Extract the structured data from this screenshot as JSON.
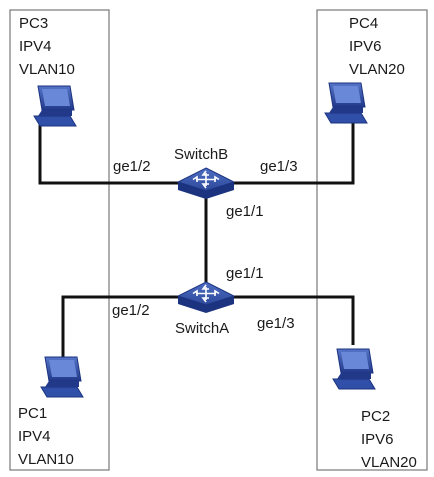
{
  "pcs": {
    "pc3": {
      "name": "PC3",
      "ip": "IPV4",
      "vlan": "VLAN10"
    },
    "pc4": {
      "name": "PC4",
      "ip": "IPV6",
      "vlan": "VLAN20"
    },
    "pc1": {
      "name": "PC1",
      "ip": "IPV4",
      "vlan": "VLAN10"
    },
    "pc2": {
      "name": "PC2",
      "ip": "IPV6",
      "vlan": "VLAN20"
    }
  },
  "switches": {
    "a": {
      "name": "SwitchA"
    },
    "b": {
      "name": "SwitchB"
    }
  },
  "ports": {
    "b_left": "ge1/2",
    "b_right": "ge1/3",
    "b_down": "ge1/1",
    "a_up": "ge1/1",
    "a_left": "ge1/2",
    "a_right": "ge1/3"
  },
  "colors": {
    "device": "#2f4fa8",
    "device_dark": "#1c3380",
    "line": "#111111",
    "frame": "#777777"
  }
}
